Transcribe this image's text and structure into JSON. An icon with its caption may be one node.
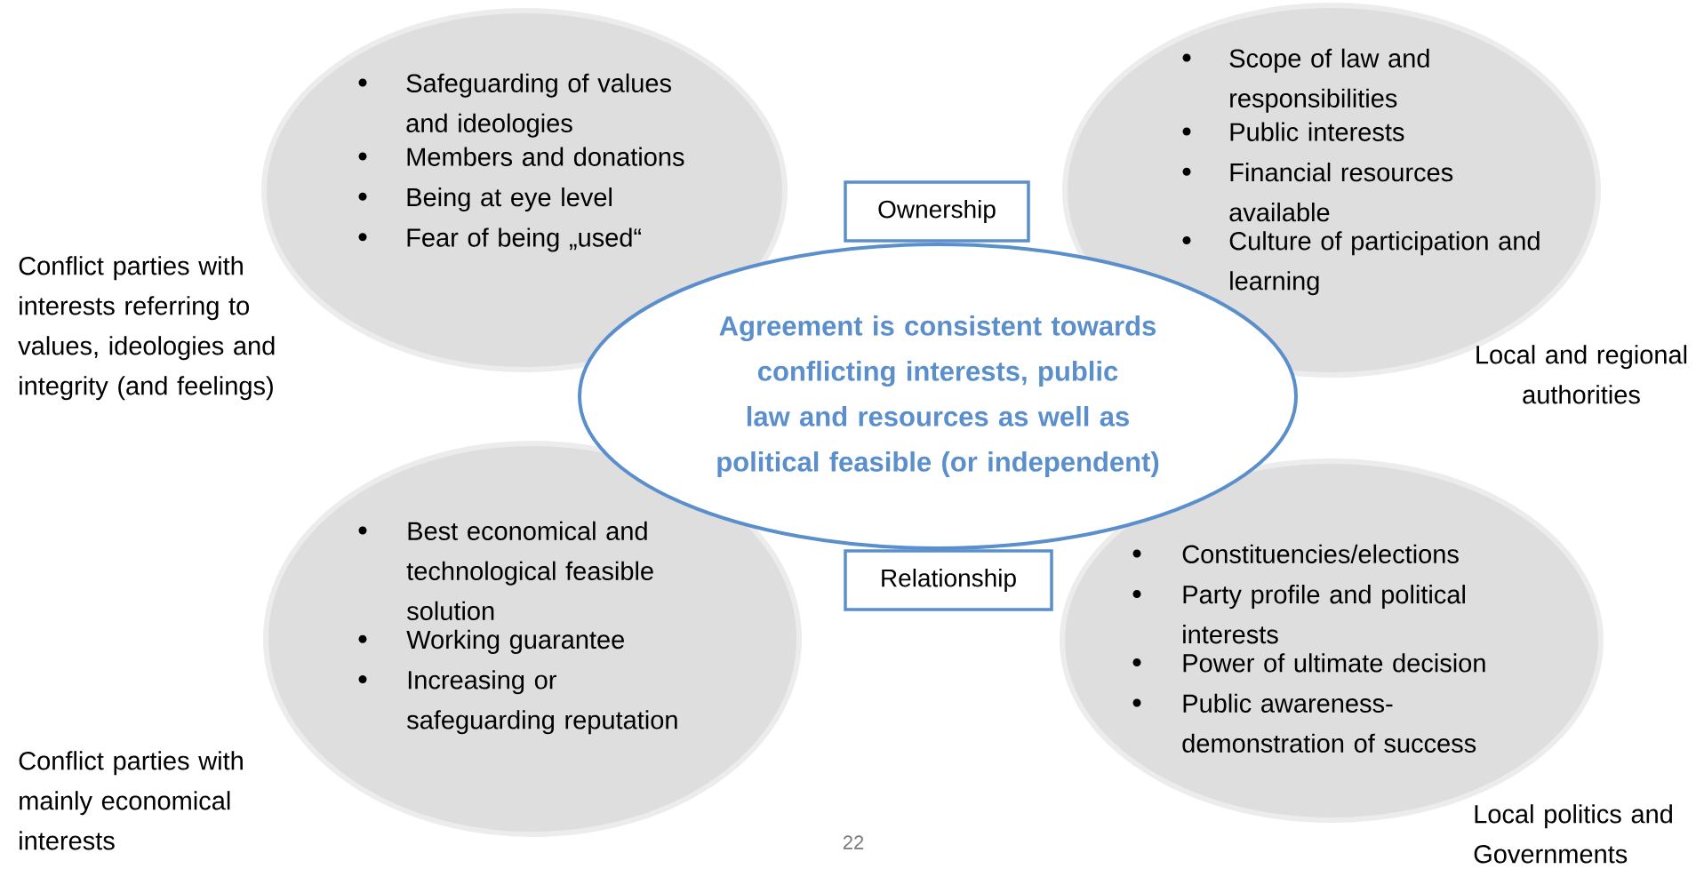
{
  "diagram": {
    "nodes": [
      {
        "text": [
          "Agreement is consistent towards conflicting interests, public law and resources as well as political feasible (or independent)"
        ]
      },
      {
        "text": [
          "Safeguarding of values and ideologies",
          "Members and donations",
          "Being at eye level",
          "Fear of being „used“"
        ],
        "beside": [
          "Conflict parties with interests referring to values, ideologies and integrity (and feelings)"
        ]
      },
      {
        "text": [
          "Scope of law and responsibilities",
          "Public interests",
          "Financial resources available",
          "Culture of participation and learning"
        ],
        "beside": [
          "Local and regional authorities"
        ]
      },
      {
        "text": [
          "Best economical and technological feasible solution",
          "Working guarantee",
          "Increasing or safeguarding reputation"
        ],
        "beside": [
          "Conflict parties with mainly economical interests"
        ]
      },
      {
        "text": [
          "Constituencies/elections",
          "Party profile and political interests",
          "Power of ultimate decision",
          "Public awareness- demonstration of success"
        ],
        "beside": [
          "Local politics and Governments"
        ]
      },
      {
        "text": [
          "Ownership"
        ]
      },
      {
        "text": [
          "Relationship"
        ]
      }
    ],
    "labels": [
      "22"
    ]
  }
}
